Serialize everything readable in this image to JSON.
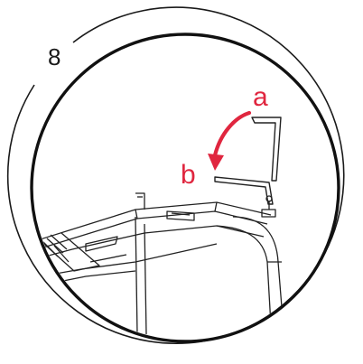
{
  "step": {
    "number": "8"
  },
  "labels": {
    "a": "a",
    "b": "b"
  },
  "colors": {
    "accent": "#e0263f",
    "ink": "#1a1a1a",
    "line": "#222222",
    "bg": "#ffffff"
  },
  "icons": {
    "arrow": "curved-arrow-icon",
    "tool": "hex-key-icon"
  }
}
